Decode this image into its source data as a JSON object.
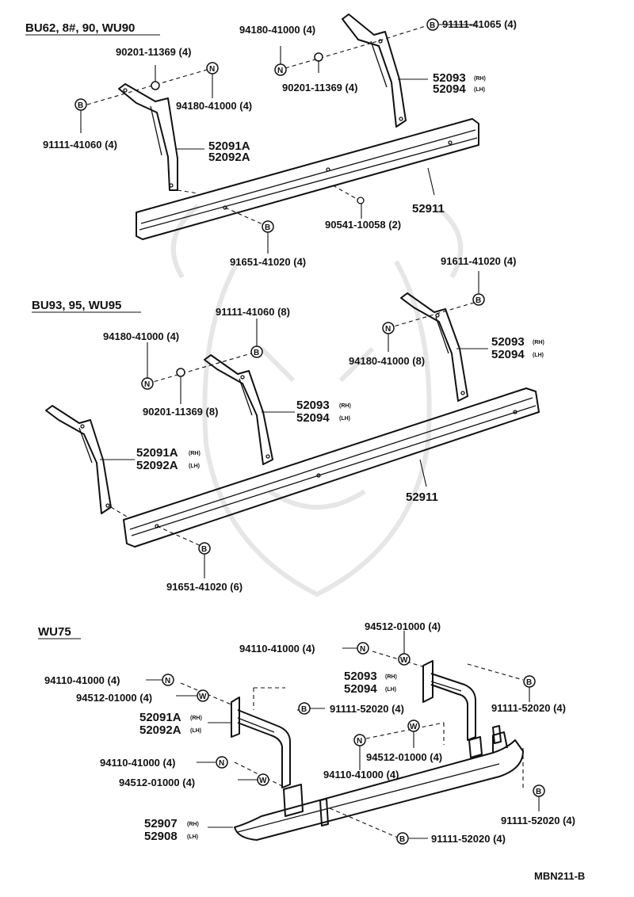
{
  "sections": [
    {
      "title": "BU62, 8#, 90, WU90"
    },
    {
      "title": "BU93, 95, WU95"
    },
    {
      "title": "WU75"
    }
  ],
  "labels": {
    "s1": {
      "a": "94180-41000 (4)",
      "b": "91111-41065 (4)",
      "c": "90201-11369 (4)",
      "d": "90201-11369 (4)",
      "e": "94180-41000 (4)",
      "f": "91111-41060 (4)",
      "g": "52091A",
      "h": "52092A",
      "i": "52093",
      "j": "52094",
      "k": "52911",
      "l": "90541-10058 (2)",
      "m": "91651-41020 (4)"
    },
    "s2": {
      "a": "91611-41020 (4)",
      "b": "91111-41060 (8)",
      "c": "94180-41000 (4)",
      "d": "52093",
      "e": "52094",
      "f": "94180-41000 (8)",
      "g": "90201-11369 (8)",
      "h": "52093",
      "i": "52094",
      "j": "52091A",
      "k": "52092A",
      "l": "52911",
      "m": "91651-41020 (6)"
    },
    "s3": {
      "a": "94512-01000 (4)",
      "b": "94110-41000 (4)",
      "c": "52093",
      "d": "52094",
      "e": "94110-41000 (4)",
      "f": "94512-01000 (4)",
      "g": "91111-52020 (4)",
      "h": "52091A",
      "i": "52092A",
      "j": "91111-52020 (4)",
      "k": "94512-01000 (4)",
      "l": "94110-41000 (4)",
      "m": "94110-41000 (4)",
      "n": "94512-01000 (4)",
      "o": "91111-52020 (4)",
      "p": "52907",
      "q": "52908",
      "r": "91111-52020 (4)"
    }
  },
  "side_marks": {
    "rh": "(RH)",
    "lh": "(LH)"
  },
  "symbols": {
    "bolt": "B",
    "nut": "N",
    "washer": "W"
  },
  "diagram_code": "MBN211-B"
}
